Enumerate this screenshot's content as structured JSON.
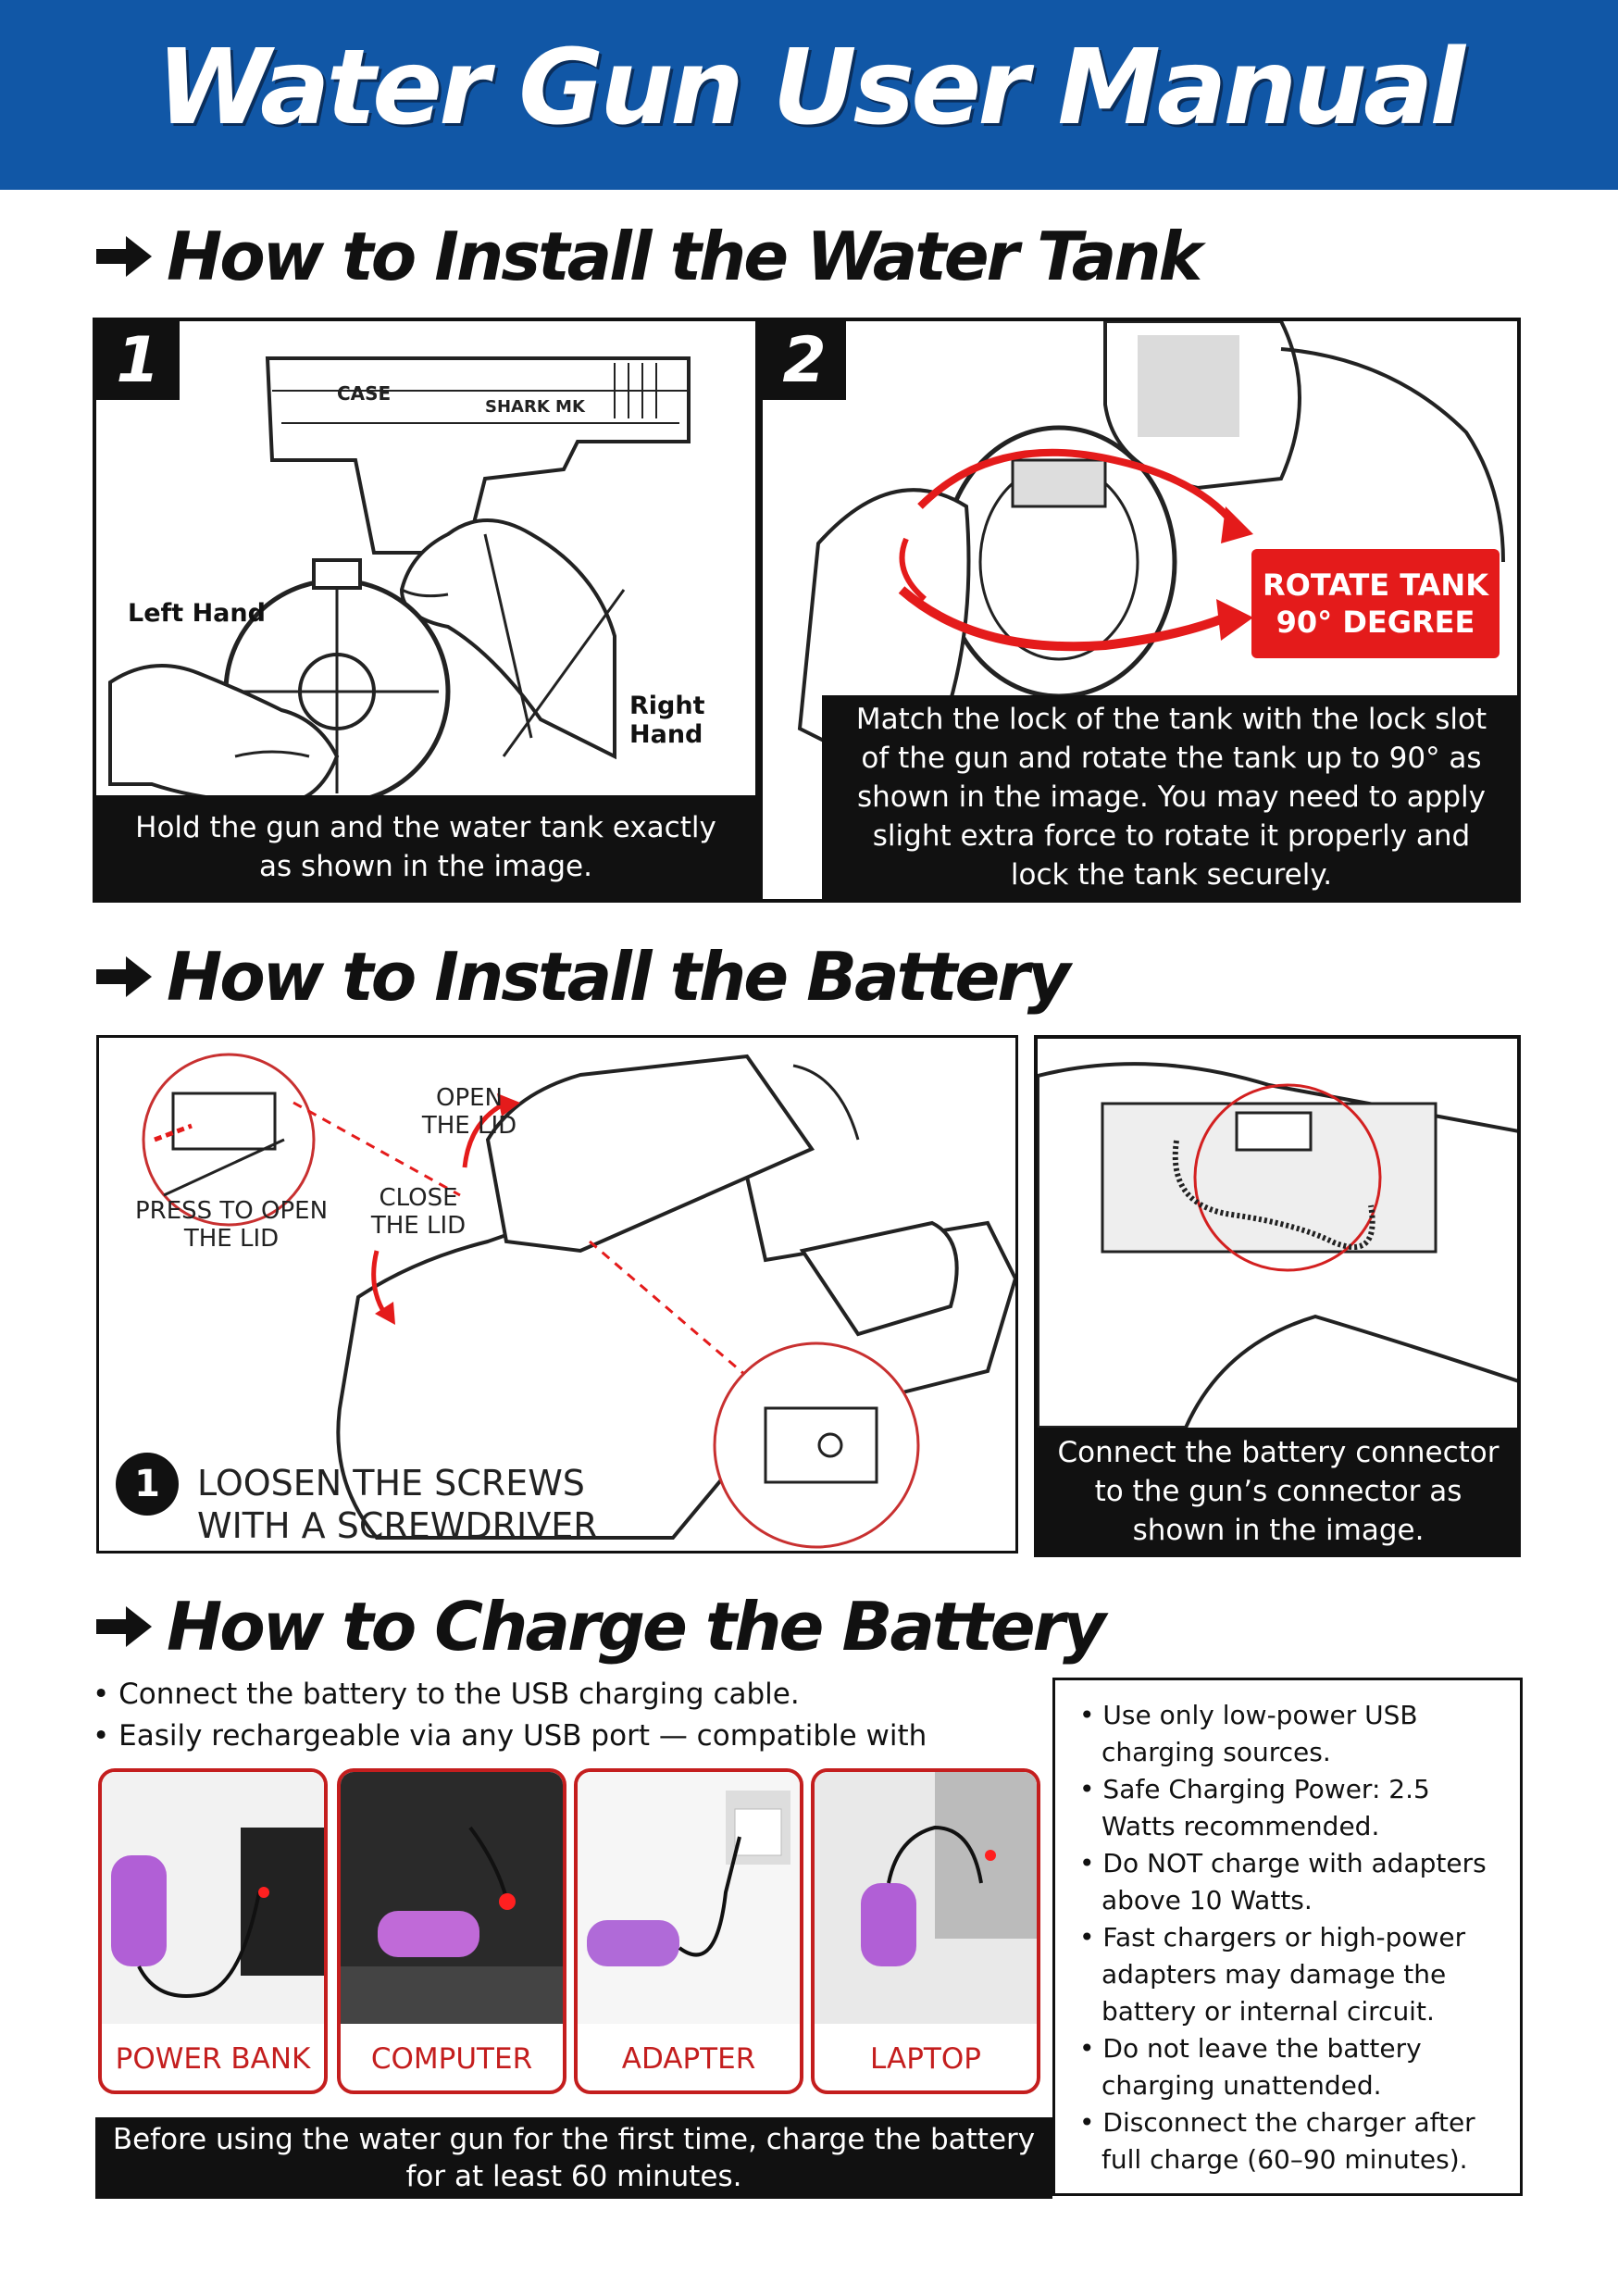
{
  "banner": {
    "title": "Water Gun User Manual"
  },
  "sections": {
    "tank": {
      "title": "How to Install the Water Tank"
    },
    "battery": {
      "title": "How to Install the Battery"
    },
    "charge": {
      "title": "How to Charge the Battery"
    }
  },
  "tank_steps": {
    "step1": {
      "number": "1",
      "left_hand": "Left Hand",
      "right_hand": "Right Hand",
      "caption": "Hold the gun and the water tank exactly as shown in the image.",
      "gun_brand": "CASE",
      "gun_model": "SHARK MK"
    },
    "step2": {
      "number": "2",
      "badge": "ROTATE TANK 90° DEGREE",
      "caption": "Match the lock of the tank with the lock slot of the gun and rotate the tank up to 90° as shown in the image. You may need to apply slight extra force to rotate it properly and lock the tank securely."
    }
  },
  "battery_steps": {
    "press_open": "PRESS TO OPEN THE LID",
    "open_lid": "OPEN THE LID",
    "close_lid": "CLOSE THE LID",
    "step_number": "1",
    "loosen": "LOOSEN THE SCREWS WITH A SCREWDRIVER",
    "connect_caption": "Connect the battery connector to the gun’s connector as shown in the image."
  },
  "charging": {
    "bullets": [
      "Connect the battery to the USB charging cable.",
      "Easily rechargeable via any USB port — compatible with"
    ],
    "sources": [
      "POWER BANK",
      "COMPUTER",
      "ADAPTER",
      "LAPTOP"
    ],
    "notes": [
      "Use only low-power USB charging sources.",
      "Safe Charging Power: 2.5 Watts recommended.",
      "Do NOT charge with adapters above 10 Watts.",
      "Fast chargers or high-power adapters may damage the battery or internal circuit.",
      "Do not leave the battery charging unattended.",
      "Disconnect the charger after full charge (60–90 minutes)."
    ],
    "first_use": "Before using the water gun for the first time, charge the battery for at least 60 minutes."
  },
  "colors": {
    "banner": "#1157a6",
    "accent_red": "#e41b1b",
    "card_border": "#c41e1e"
  }
}
